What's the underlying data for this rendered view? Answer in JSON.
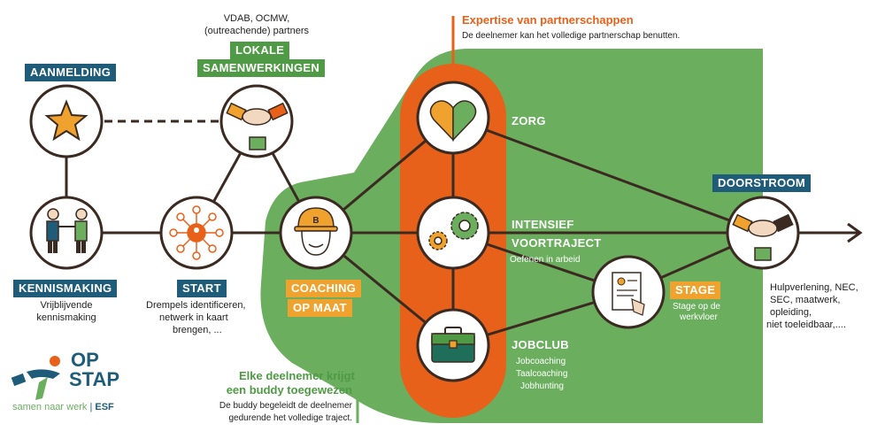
{
  "top_partners": {
    "line1": "VDAB, OCMW,",
    "line2": "(outreachende) partners",
    "label_line1": "LOKALE",
    "label_line2": "SAMENWERKINGEN"
  },
  "expertise": {
    "title": "Expertise van partnerschappen",
    "subtitle": "De deelnemer kan het volledige partnerschap benutten."
  },
  "nodes": {
    "aanmelding": "AANMELDING",
    "kennismaking": "KENNISMAKING",
    "kennismaking_desc1": "Vrijblijvende",
    "kennismaking_desc2": "kennismaking",
    "start": "START",
    "start_desc1": "Drempels identificeren,",
    "start_desc2": "netwerk in kaart",
    "start_desc3": "brengen, ...",
    "coaching1": "COACHING",
    "coaching2": "OP MAAT",
    "zorg": "ZORG",
    "intensief1": "INTENSIEF",
    "intensief2": "VOORTRAJECT",
    "intensief_desc": "Oefenen in arbeid",
    "jobclub": "JOBCLUB",
    "jobclub_desc1": "Jobcoaching",
    "jobclub_desc2": "Taalcoaching",
    "jobclub_desc3": "Jobhunting",
    "stage": "STAGE",
    "stage_desc1": "Stage op de",
    "stage_desc2": "werkvloer",
    "doorstroom": "DOORSTROOM",
    "doorstroom_desc1": "Hulpverlening, NEC,",
    "doorstroom_desc2": "SEC, maatwerk,",
    "doorstroom_desc3": "opleiding,",
    "doorstroom_desc4": "niet toeleidbaar,...."
  },
  "buddy": {
    "title1": "Elke deelnemer krijgt",
    "title2": "een buddy toegewezen",
    "desc1": "De buddy begeleidt de deelnemer",
    "desc2": "gedurende het volledige traject."
  },
  "logo": {
    "line1": "OP",
    "line2": "STAP",
    "tagline": "samen naar werk",
    "esf": "ESF"
  },
  "colors": {
    "green": "#6aae5e",
    "orange": "#e8611a",
    "blue": "#1f5c7a",
    "yellow": "#f0a22e",
    "dark": "#3b2a22"
  }
}
